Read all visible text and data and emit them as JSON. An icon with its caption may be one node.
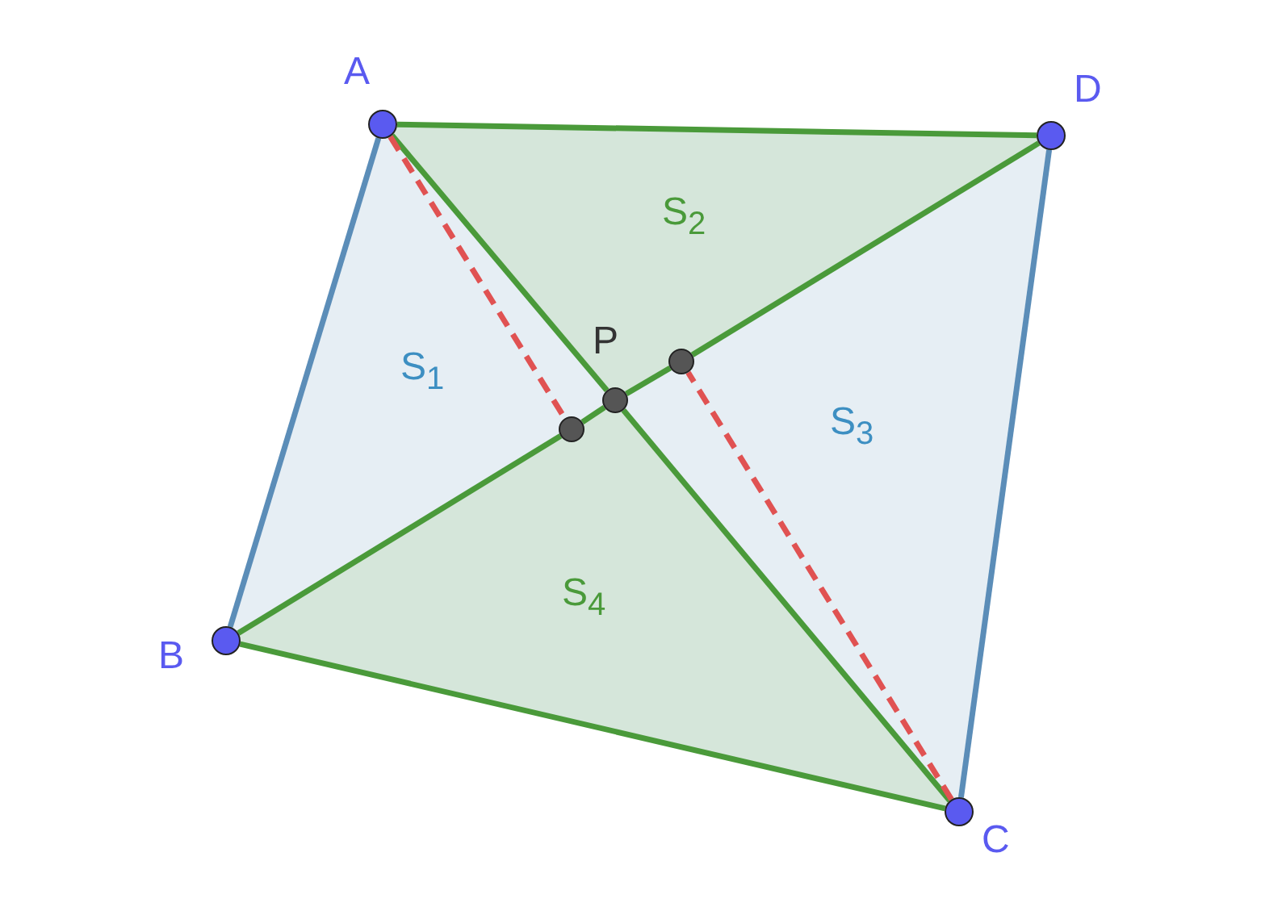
{
  "diagram": {
    "nodes": [
      {
        "text": [],
        "shape": "circle",
        "beside": [
          "A"
        ]
      },
      {
        "text": [],
        "shape": "circle",
        "beside": [
          "D"
        ]
      },
      {
        "text": [],
        "shape": "circle",
        "beside": [
          "B"
        ]
      },
      {
        "text": [],
        "shape": "circle",
        "beside": [
          "C"
        ]
      },
      {
        "text": [],
        "shape": "circle",
        "beside": [
          "P"
        ]
      },
      {
        "text": [],
        "shape": "circle"
      },
      {
        "text": [],
        "shape": "circle"
      }
    ],
    "edges": [
      {
        "from": 0,
        "to": 1,
        "arrow": "none"
      },
      {
        "from": 0,
        "to": 2,
        "arrow": "none",
        "color": "#5b8db8"
      },
      {
        "from": 1,
        "to": 3,
        "arrow": "none",
        "color": "#5b8db8"
      },
      {
        "from": 2,
        "to": 3,
        "arrow": "none"
      },
      {
        "from": 0,
        "to": 4,
        "arrow": "none"
      },
      {
        "from": 4,
        "to": 3,
        "arrow": "none"
      },
      {
        "from": 2,
        "to": 5,
        "arrow": "none"
      },
      {
        "from": 5,
        "to": 4,
        "arrow": "none"
      },
      {
        "from": 4,
        "to": 6,
        "arrow": "none"
      },
      {
        "from": 6,
        "to": 1,
        "arrow": "none"
      },
      {
        "from": 0,
        "to": 5,
        "arrow": "none",
        "style": "dashed",
        "color": "#e05252"
      },
      {
        "from": 3,
        "to": 6,
        "arrow": "none",
        "style": "dashed",
        "color": "#e05252"
      }
    ],
    "labels": [
      "S$_{2}$",
      "S$_{1}$",
      "S$_{3}$",
      "S$_{4}$"
    ]
  }
}
